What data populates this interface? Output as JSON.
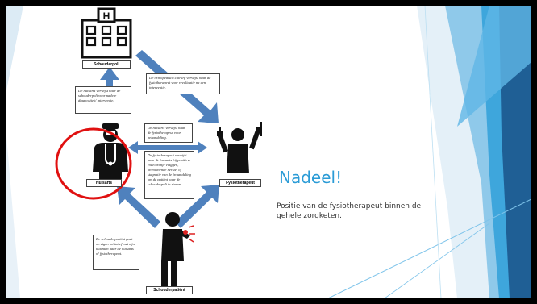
{
  "slide": {
    "title": "Nadeel!",
    "subtitle": "Positie van de fysiotherapeut binnen de gehele zorgketen."
  },
  "diagram": {
    "nodes": {
      "hospital": "Schouderpoli",
      "gp": "Huisarts",
      "physio": "Fysiotherapeut",
      "patient": "Schouderpatiënt"
    },
    "notes": {
      "surgeon_to_physio": "De orthopedisch chirurg verwijst naar de fysiotherapeut voor revalidatie na een interventie.",
      "gp_to_hospital": "De huisarts verwijst naar de schouderpoli voor nadere diagnostiek/ interventie.",
      "gp_to_physio": "De huisarts verwijst naar de fysiotherapeut voor behandeling.",
      "physio_to_gp": "De fysiotherapeut verwijst naar de huisarts bij positieve rode/oranje vlaggen, onvoldoende herstel of stagnatie van de behandeling om de patiënt naar de schouderpoli te sturen.",
      "patient_self": "De schouderpatiënt gaat op eigen initiatief met zijn klachten naar de huisarts of fysiotherapeut."
    },
    "highlight": {
      "target": "gp",
      "color": "#e01010"
    },
    "arrow_color": "#4f81bd",
    "icon_color": "#111111"
  },
  "theme": {
    "accent": "#2a9bd6",
    "dark_accent": "#1f5f95"
  }
}
